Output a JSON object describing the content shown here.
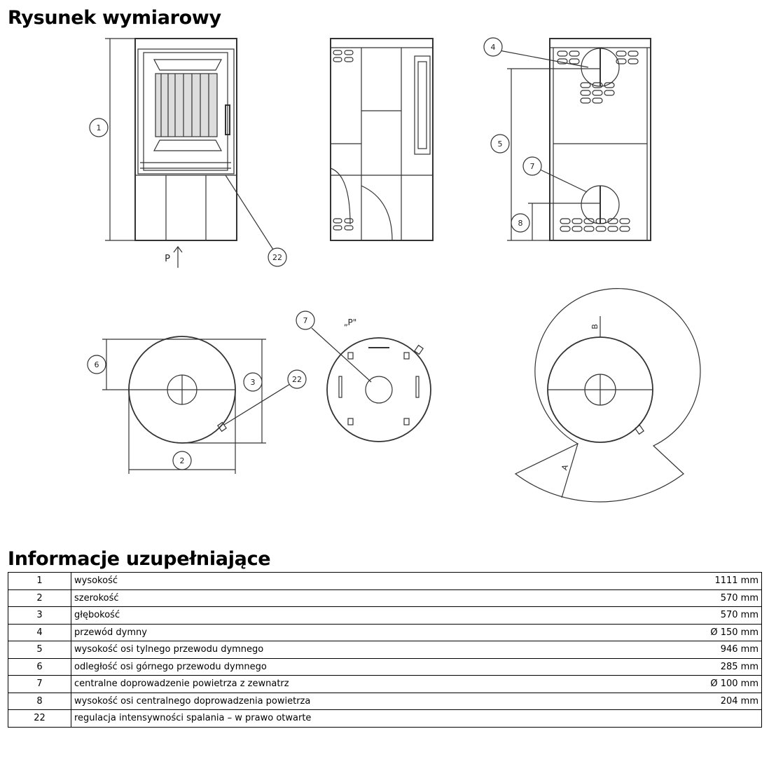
{
  "sections": {
    "drawing_title": "Rysunek wymiarowy",
    "info_title": "Informacje uzupełniające"
  },
  "drawing": {
    "callouts": [
      "1",
      "2",
      "3",
      "4",
      "5",
      "6",
      "7",
      "8",
      "22"
    ],
    "letters": [
      "P",
      "„P\"",
      "A",
      "B"
    ]
  },
  "table": {
    "rows": [
      {
        "num": "1",
        "desc": "wysokość",
        "value": "1111 mm"
      },
      {
        "num": "2",
        "desc": "szerokość",
        "value": "570 mm"
      },
      {
        "num": "3",
        "desc": "głębokość",
        "value": "570 mm"
      },
      {
        "num": "4",
        "desc": "przewód dymny",
        "value": "Ø 150 mm"
      },
      {
        "num": "5",
        "desc": "wysokość osi tylnego przewodu dymnego",
        "value": "946 mm"
      },
      {
        "num": "6",
        "desc": "odległość osi górnego przewodu dymnego",
        "value": "285 mm"
      },
      {
        "num": "7",
        "desc": "centralne doprowadzenie powietrza z zewnatrz",
        "value": "Ø 100 mm"
      },
      {
        "num": "8",
        "desc": "wysokość osi centralnego doprowadzenia powietrza",
        "value": "204 mm"
      },
      {
        "num": "22",
        "desc": "regulacja intensywności spalania – w prawo otwarte",
        "value": ""
      }
    ]
  }
}
